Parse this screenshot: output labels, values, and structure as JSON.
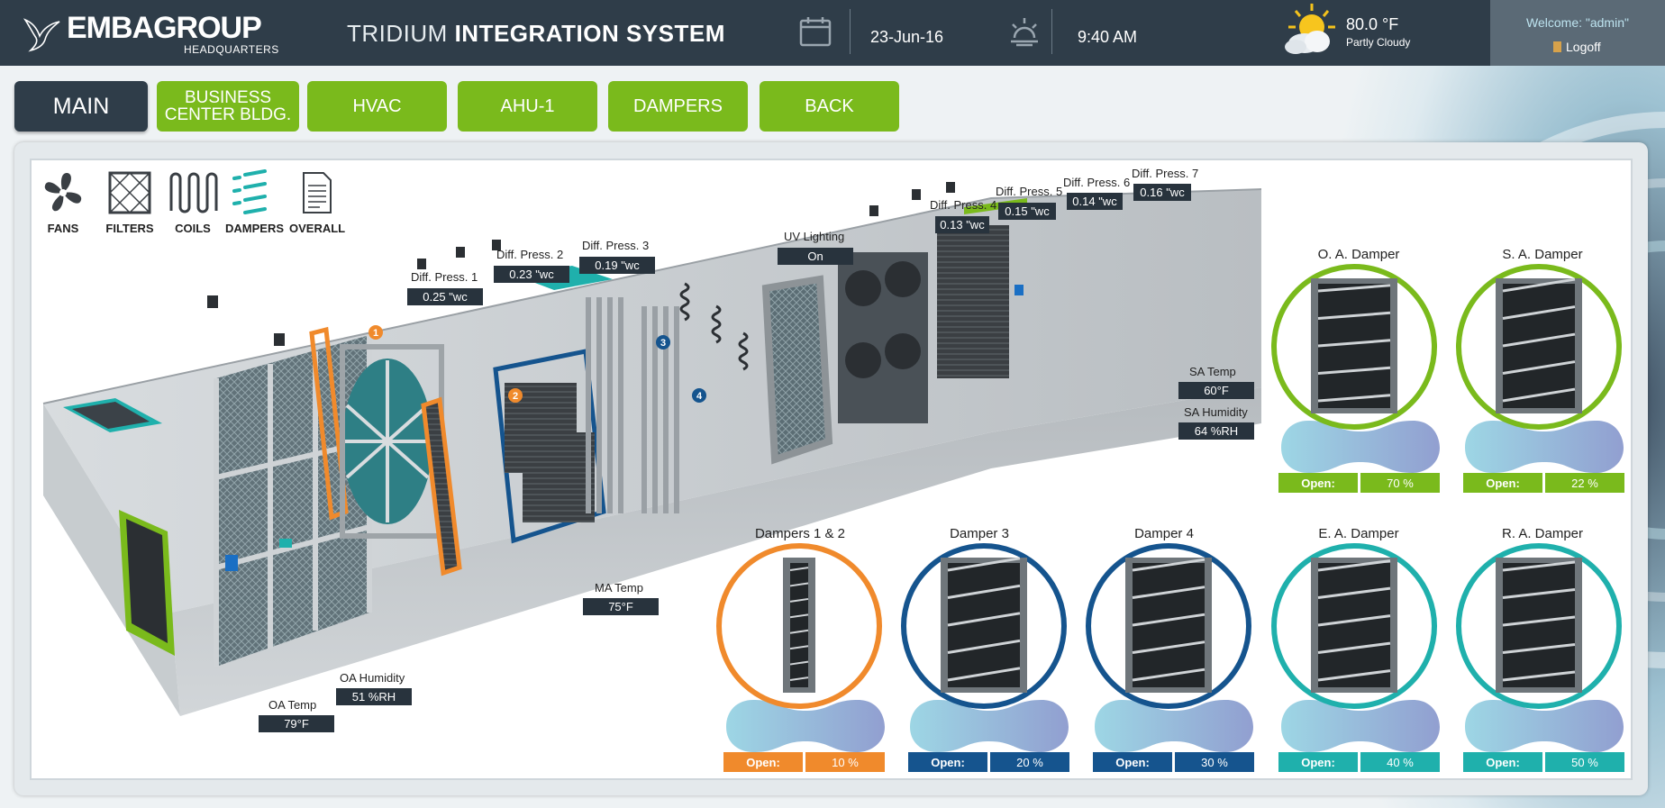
{
  "header": {
    "logo_text": "EMBAGROUP",
    "logo_sub": "HEADQUARTERS",
    "title_thin": "TRIDIUM",
    "title_bold": "INTEGRATION SYSTEM",
    "date": "23-Jun-16",
    "time": "9:40 AM",
    "temperature": "80.0 °F",
    "condition": "Partly Cloudy",
    "welcome": "Welcome: \"admin\"",
    "logoff": "Logoff"
  },
  "nav": [
    {
      "label": "MAIN"
    },
    {
      "label_line1": "BUSINESS",
      "label_line2": "CENTER BLDG."
    },
    {
      "label": "HVAC"
    },
    {
      "label": "AHU-1"
    },
    {
      "label": "DAMPERS"
    },
    {
      "label": "BACK"
    }
  ],
  "tools": [
    {
      "label": "FANS",
      "icon": "fan-icon"
    },
    {
      "label": "FILTERS",
      "icon": "filter-icon"
    },
    {
      "label": "COILS",
      "icon": "coil-icon"
    },
    {
      "label": "DAMPERS",
      "icon": "damper-icon"
    },
    {
      "label": "OVERALL",
      "icon": "document-icon"
    }
  ],
  "readouts": {
    "dp1": {
      "label": "Diff. Press. 1",
      "value": "0.25 \"wc"
    },
    "dp2": {
      "label": "Diff. Press. 2",
      "value": "0.23 \"wc"
    },
    "dp3": {
      "label": "Diff. Press. 3",
      "value": "0.19 \"wc"
    },
    "uv": {
      "label": "UV Lighting",
      "value": "On"
    },
    "dp4": {
      "label": "Diff. Press. 4",
      "value": "0.13 \"wc"
    },
    "dp5": {
      "label": "Diff. Press. 5",
      "value": "0.15 \"wc"
    },
    "dp6": {
      "label": "Diff. Press. 6",
      "value": "0.14 \"wc"
    },
    "dp7": {
      "label": "Diff. Press. 7",
      "value": "0.16 \"wc"
    },
    "sa_temp": {
      "label": "SA Temp",
      "value": "60°F"
    },
    "sa_hum": {
      "label": "SA Humidity",
      "value": "64 %RH"
    },
    "ma_temp": {
      "label": "MA Temp",
      "value": "75°F"
    },
    "oa_hum": {
      "label": "OA Humidity",
      "value": "51 %RH"
    },
    "oa_temp": {
      "label": "OA Temp",
      "value": "79°F"
    }
  },
  "markers": [
    "1",
    "2",
    "3",
    "4"
  ],
  "dampers": [
    {
      "title": "O. A. Damper",
      "open_label": "Open:",
      "open_value": "70 %",
      "color": "#7aba1c",
      "open_fraction": 0.7
    },
    {
      "title": "S. A. Damper",
      "open_label": "Open:",
      "open_value": "22 %",
      "color": "#7aba1c",
      "open_fraction": 0.22
    },
    {
      "title": "Dampers 1 & 2",
      "open_label": "Open:",
      "open_value": "10 %",
      "color": "#f08a2c",
      "open_fraction": 0.1
    },
    {
      "title": "Damper 3",
      "open_label": "Open:",
      "open_value": "20 %",
      "color": "#15548e",
      "open_fraction": 0.2
    },
    {
      "title": "Damper 4",
      "open_label": "Open:",
      "open_value": "30 %",
      "color": "#15548e",
      "open_fraction": 0.3
    },
    {
      "title": "E. A. Damper",
      "open_label": "Open:",
      "open_value": "40 %",
      "color": "#1fb0ac",
      "open_fraction": 0.4
    },
    {
      "title": "R. A. Damper",
      "open_label": "Open:",
      "open_value": "50 %",
      "color": "#1fb0ac",
      "open_fraction": 0.5
    }
  ]
}
